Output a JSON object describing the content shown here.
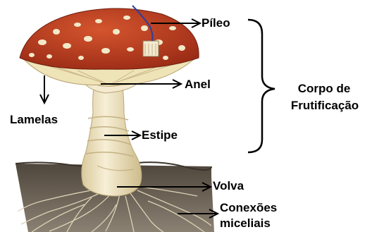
{
  "labels": {
    "pileo": "Píleo",
    "anel": "Anel",
    "lamelas": "Lamelas",
    "estipe": "Estipe",
    "volva": "Volva",
    "conexoes_line1": "Conexões",
    "conexoes_line2": "miceliais",
    "corpo_line1": "Corpo de",
    "corpo_line2": "Frutificação"
  },
  "colors": {
    "cap": "#b8391f",
    "cap_spots": "#f3e9c8",
    "gills": "#efe3b8",
    "stem": "#f1e6c2",
    "soil": "#6e6458",
    "roots": "#d8ccb0",
    "lines": "#000000"
  }
}
